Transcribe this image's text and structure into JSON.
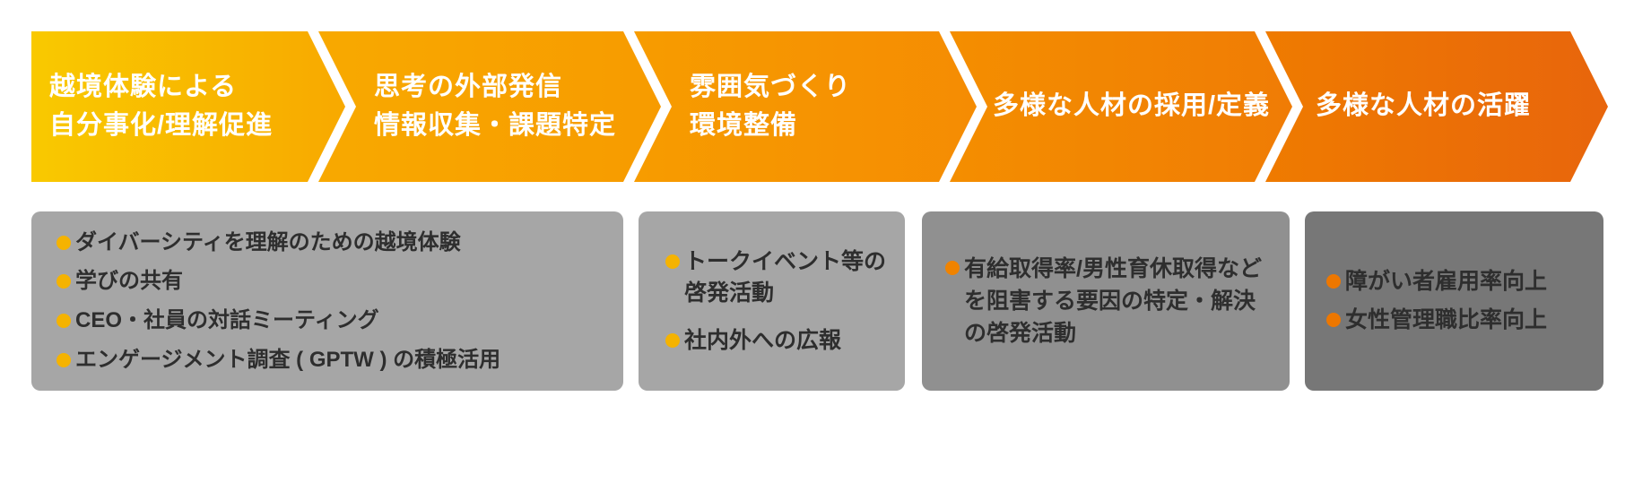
{
  "page": {
    "background": "#FFFFFF"
  },
  "flow_stages": [
    {
      "line1": "越境体験による",
      "line2": "自分事化/理解促進",
      "color_start": "#F9C900",
      "color_end": "#F8A900"
    },
    {
      "line1": "思考の外部発信",
      "line2": "情報収集・課題特定",
      "color_start": "#F8A900",
      "color_end": "#F79B00"
    },
    {
      "line1": "雰囲気づくり",
      "line2": "環境整備",
      "color_start": "#F79C00",
      "color_end": "#F58C03"
    },
    {
      "line1": "多様な人材の採用/定義",
      "line2": "",
      "color_start": "#F48E00",
      "color_end": "#F07C05"
    },
    {
      "line1": "多様な人材の活躍",
      "line2": "",
      "color_start": "#EF7B00",
      "color_end": "#E8650C"
    }
  ],
  "detail_boxes": [
    {
      "background": "#A6A6A6",
      "bullet_color": "#F5B301",
      "text_color": "#2E2E2E",
      "items": [
        "ダイバーシティを理解のための越境体験",
        "学びの共有",
        "CEO・社員の対話ミーティング",
        "エンゲージメント調査 ( GPTW ) の積極活用"
      ]
    },
    {
      "background": "#A6A6A6",
      "bullet_color": "#F5B301",
      "text_color": "#2E2E2E",
      "items": [
        "トークイベント等の啓発活動",
        "社内外への広報"
      ]
    },
    {
      "background": "#909090",
      "bullet_color": "#F08300",
      "text_color": "#2B2B2B",
      "items": [
        "有給取得率/男性育休取得などを阻害する要因の特定・解決の啓発活動"
      ]
    },
    {
      "background": "#777777",
      "bullet_color": "#ED7700",
      "text_color": "#2B2B2B",
      "items": [
        "障がい者雇用率向上",
        "女性管理職比率向上"
      ]
    }
  ]
}
